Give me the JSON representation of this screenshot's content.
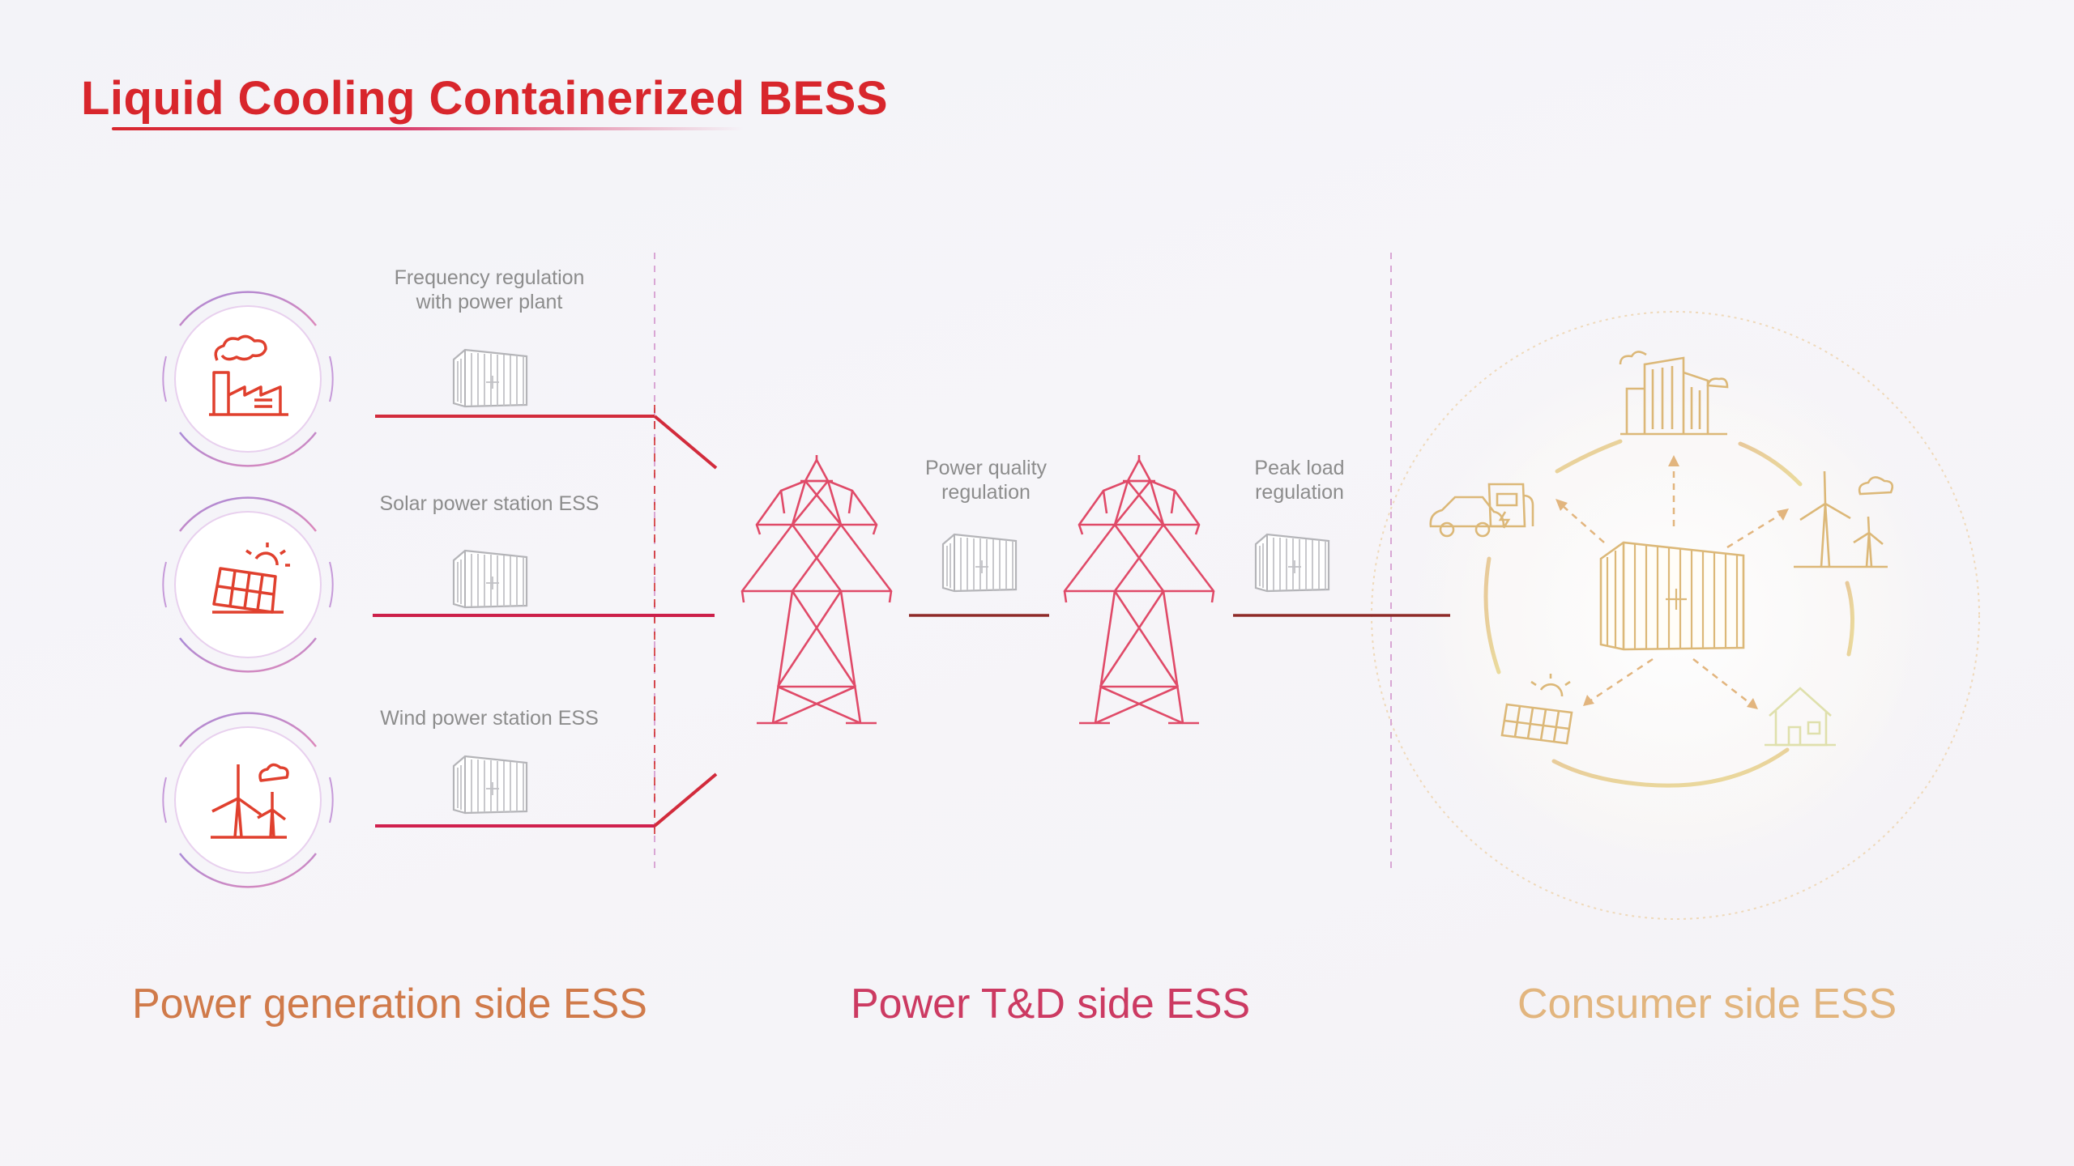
{
  "title": "Liquid Cooling Containerized BESS",
  "generation": {
    "labels": [
      "Frequency regulation\nwith power plant",
      "Solar power station ESS",
      "Wind power station ESS"
    ]
  },
  "td": {
    "labels": [
      "Power quality\nregulation",
      "Peak load\nregulation"
    ]
  },
  "sections": {
    "generation": "Power generation side ESS",
    "td": "Power T&D side ESS",
    "consumer": "Consumer side ESS"
  },
  "colors": {
    "title": "#d8262c",
    "generation": "#d07a4a",
    "td": "#cc3a62",
    "consumer": "#e2b57e",
    "icon_red": "#e0402e",
    "tower": "#e04a68",
    "container_gray": "#b4b4b8",
    "divider": "#d9a6d4"
  },
  "icons": [
    "factory-icon",
    "solar-panel-icon",
    "wind-turbine-icon",
    "container-icon",
    "transmission-tower-icon",
    "building-icon",
    "ev-charger-icon",
    "house-icon"
  ]
}
